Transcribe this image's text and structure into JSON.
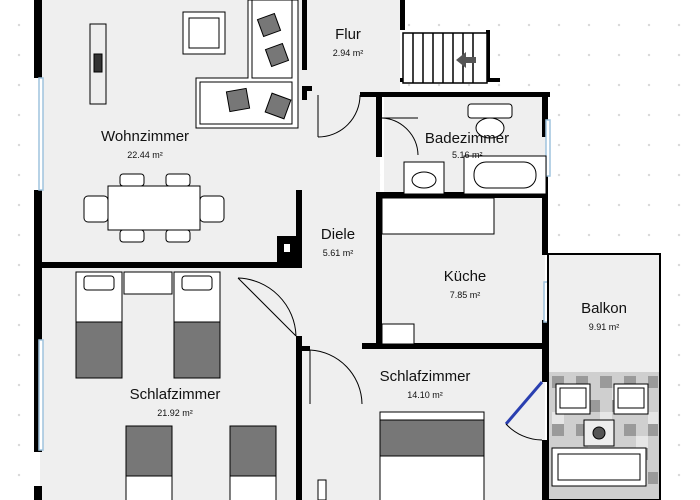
{
  "rooms": [
    {
      "name": "Wohnzimmer",
      "area": "22.44 m²"
    },
    {
      "name": "Flur",
      "area": "2.94 m²"
    },
    {
      "name": "Badezimmer",
      "area": "5.16 m²"
    },
    {
      "name": "Diele",
      "area": "5.61 m²"
    },
    {
      "name": "Küche",
      "area": "7.85 m²"
    },
    {
      "name": "Balkon",
      "area": "9.91 m²"
    },
    {
      "name": "Schlafzimmer",
      "area": "21.92 m²"
    },
    {
      "name": "Schlafzimmer",
      "area": "14.10 m²"
    }
  ],
  "colors": {
    "floor": "#efefef",
    "wall": "#000000",
    "furniture": "#ffffff",
    "bedding": "#7a7a7a",
    "balcony_door": "#2a3fb0",
    "window": "#9fc3dd"
  }
}
